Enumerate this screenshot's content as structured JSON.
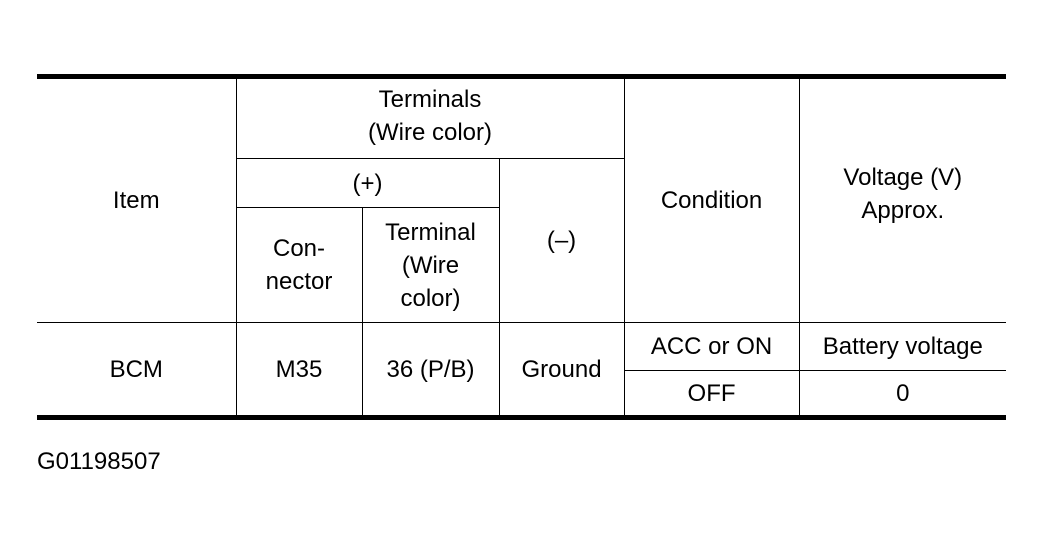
{
  "table": {
    "headers": {
      "item": "Item",
      "terminals_line1": "Terminals",
      "terminals_line2": "(Wire color)",
      "plus": "(+)",
      "connector_line1": "Con-",
      "connector_line2": "nector",
      "terminal_line1": "Terminal",
      "terminal_line2": "(Wire",
      "terminal_line3": "color)",
      "minus": "(–)",
      "condition": "Condition",
      "voltage_line1": "Voltage (V)",
      "voltage_line2": "Approx."
    },
    "rows": [
      {
        "item": "BCM",
        "connector": "M35",
        "terminal": "36 (P/B)",
        "minus": "Ground",
        "conditions": [
          {
            "condition": "ACC or ON",
            "voltage": "Battery voltage"
          },
          {
            "condition": "OFF",
            "voltage": "0"
          }
        ]
      }
    ]
  },
  "figure_id": "G01198507"
}
